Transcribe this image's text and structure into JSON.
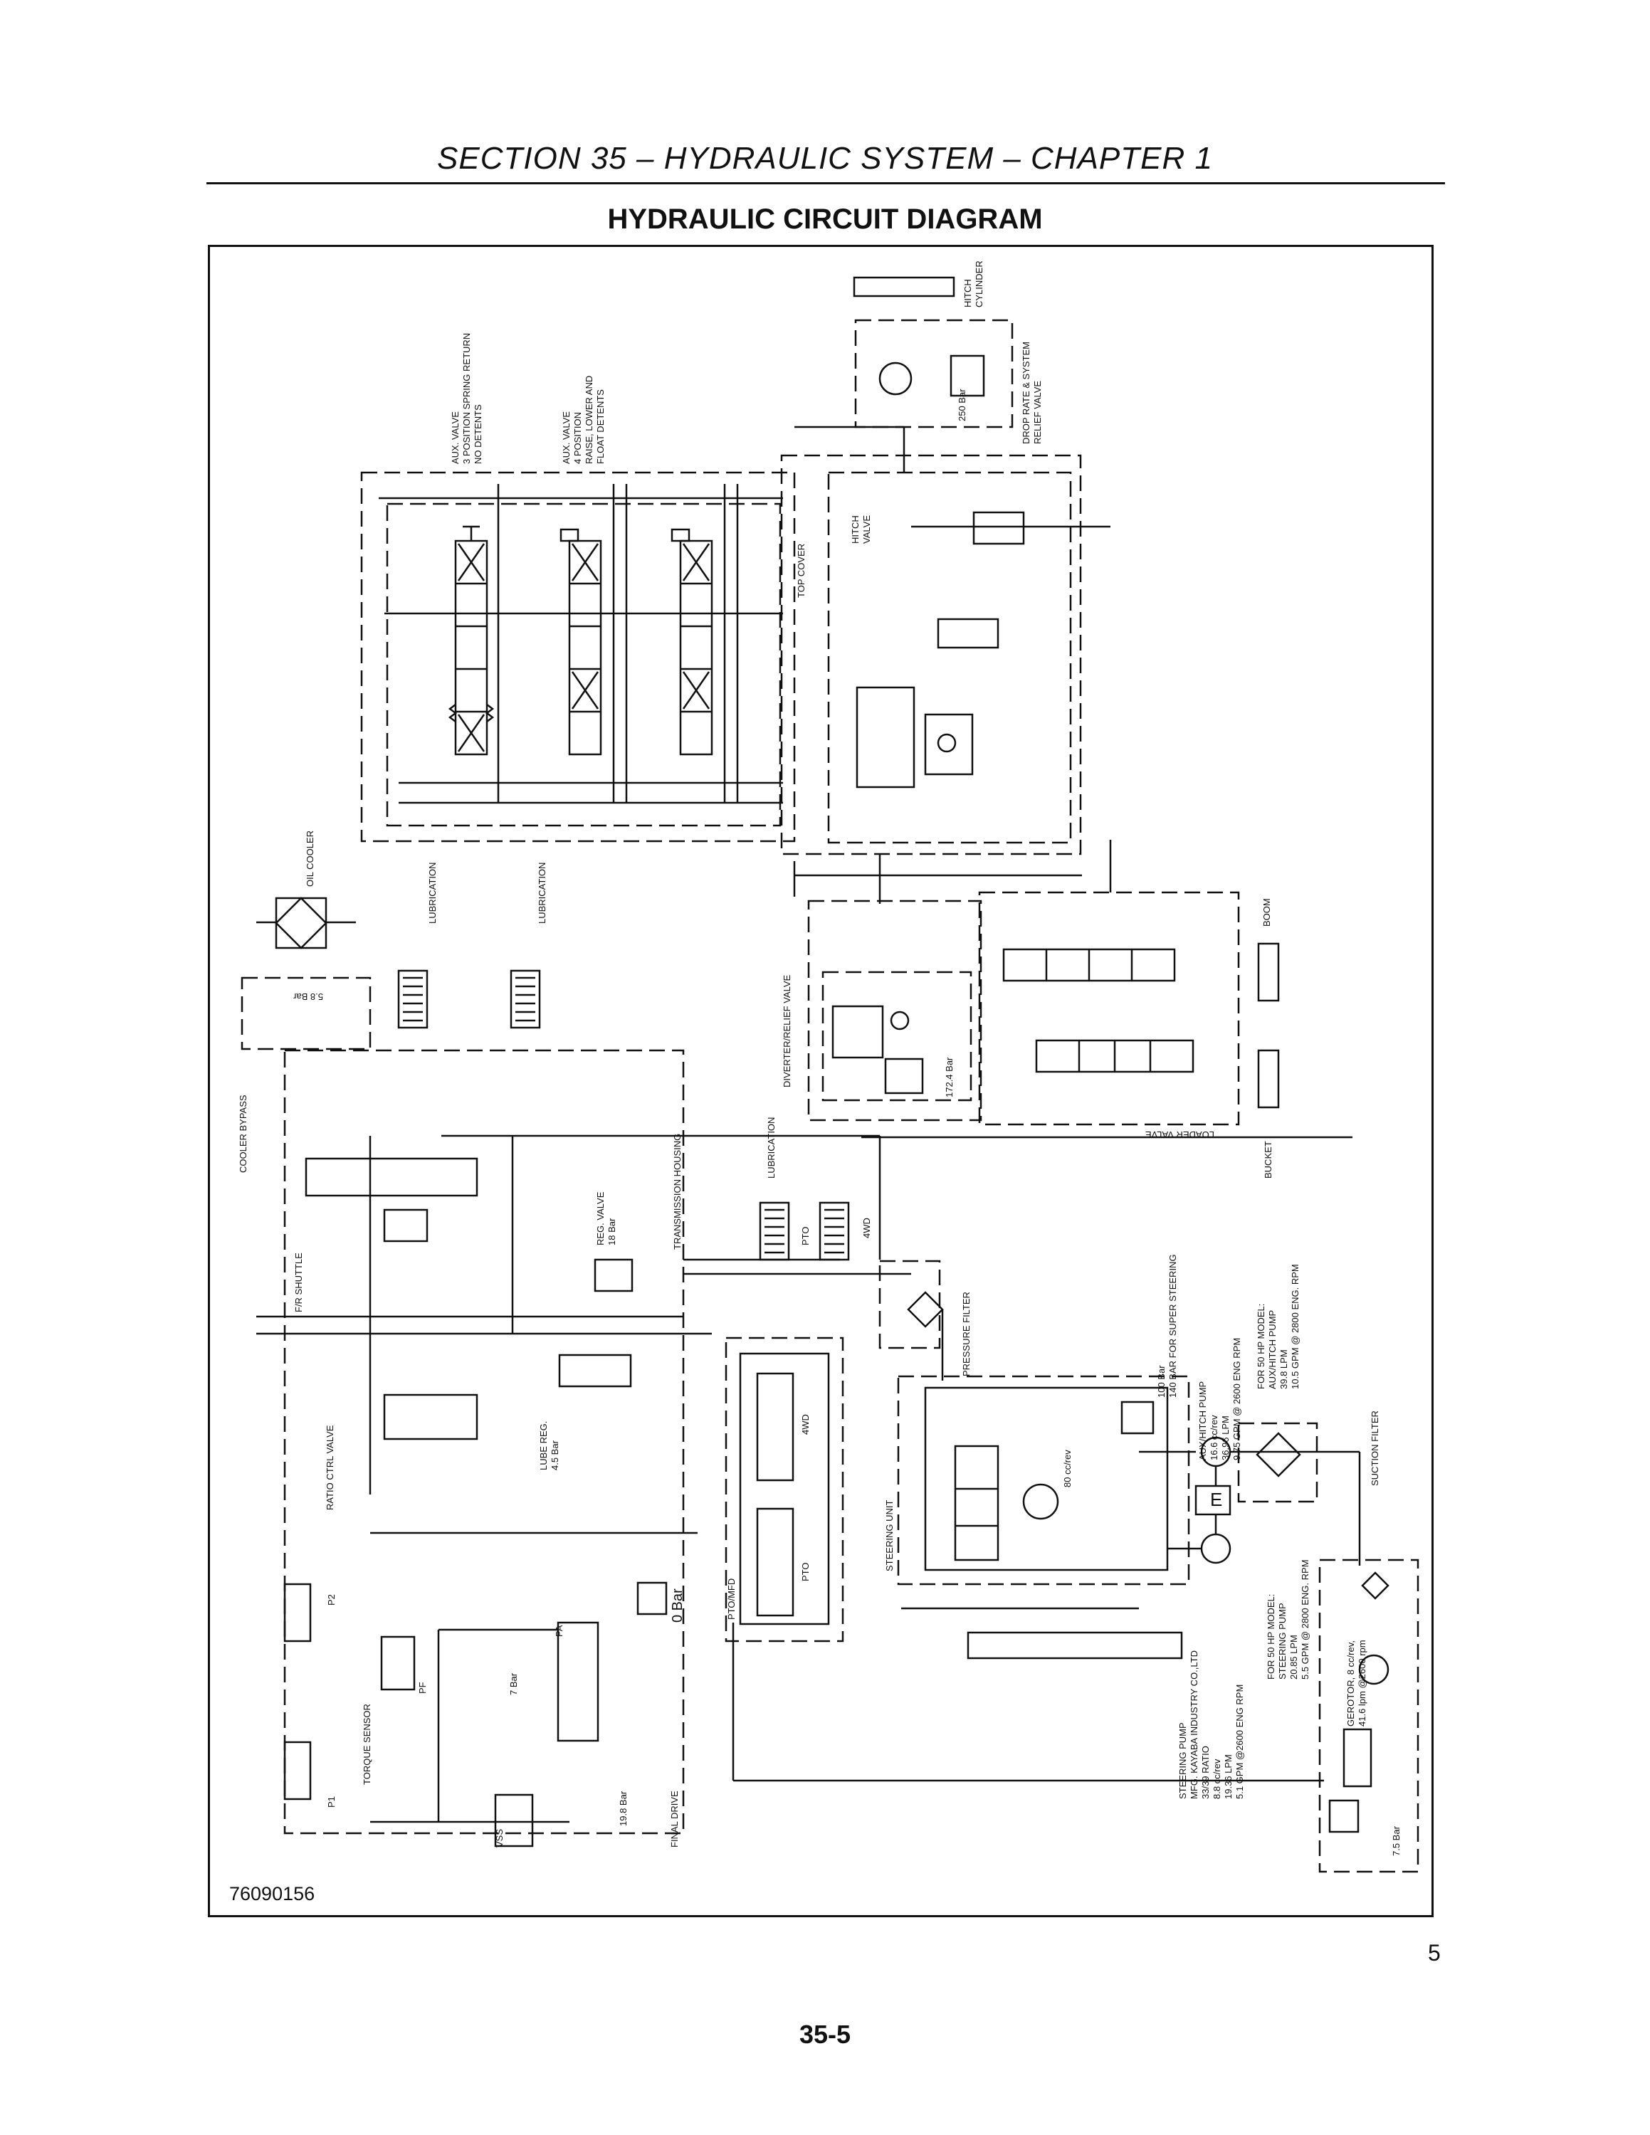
{
  "header": {
    "section_title": "SECTION 35 – HYDRAULIC SYSTEM – CHAPTER 1"
  },
  "diagram": {
    "title": "HYDRAULIC CIRCUIT DIAGRAM",
    "reference_number": "76090156",
    "labels": {
      "aux_valve_1": [
        "AUX. VALVE",
        "3 POSITION SPRING RETURN",
        "NO DETENTS"
      ],
      "aux_valve_2": [
        "AUX. VALVE",
        "4 POSITION",
        "RAISE, LOWER AND",
        "FLOAT DETENTS"
      ],
      "top_cover": "TOP COVER",
      "hitch_cylinder": [
        "HITCH",
        "CYLINDER"
      ],
      "hitch_relief_pressure": "250 Bar",
      "drop_rate": [
        "DROP RATE & SYSTEM",
        "RELIEF VALVE"
      ],
      "hitch_valve": [
        "HITCH",
        "VALVE"
      ],
      "oil_cooler": "OIL COOLER",
      "lubrication_1": "LUBRICATION",
      "lubrication_2": "LUBRICATION",
      "lubrication_3": "LUBRICATION",
      "cooler_relief_pressure": "5.8 Bar",
      "cooler_bypass": "COOLER BYPASS",
      "diverter_relief": "DIVERTER/RELIEF VALVE",
      "diverter_pressure": "172.4 Bar",
      "boom": "BOOM",
      "bucket": "BUCKET",
      "loader_valve": "LOADER VALVE",
      "transmission_housing": "TRANSMISSION HOUSING",
      "reg_valve": [
        "REG. VALVE",
        "18 Bar"
      ],
      "pto": "PTO",
      "fourwd": "4WD",
      "pressure_filter": "PRESSURE FILTER",
      "fr_shuttle": "F/R SHUTTLE",
      "lube_reg": [
        "LUBE REG.",
        "4.5 Bar"
      ],
      "ratio_ctrl": "RATIO CTRL VALVE",
      "super_steering": [
        "100 Bar",
        "140 BAR FOR SUPER STEERING"
      ],
      "aux_hitch_pump": [
        "AUX/HITCH PUMP",
        "16.6 cc/rev",
        "36.96 LPM",
        "9.75 GPM @ 2600 ENG RPM"
      ],
      "for_50hp_aux": [
        "FOR 50 HP MODEL:",
        "AUX/HITCH PUMP",
        "39.8 LPM",
        "10.5 GPM @ 2800 ENG. RPM"
      ],
      "suction_filter": "SUCTION FILTER",
      "steering_unit": "STEERING UNIT",
      "steering_unit_disp": "80 cc/rev",
      "engine": "E",
      "ptomfd": "PTO/MFD",
      "ptomfd_4wd": "4WD",
      "ptomfd_pto": "PTO",
      "p2": "P2",
      "p1": "P1",
      "pa": "PA",
      "pf": "PF",
      "zero_bar": "0 Bar",
      "seven_bar": "7 Bar",
      "final_drive_pressure": "19.8 Bar",
      "final_drive": "FINAL DRIVE",
      "torque_sensor": "TORQUE SENSOR",
      "vss": "VSS",
      "steering_pump": [
        "STEERING PUMP",
        "MFG. KAYABA INDUSTRY CO.,LTD",
        "33/39 RATIO",
        "8.8 cc/rev",
        "19.36 LPM",
        "5.1 GPM @2600 ENG RPM"
      ],
      "for_50hp_steering": [
        "FOR 50 HP MODEL:",
        "STEERING PUMP",
        "20.85 LPM",
        "5.5 GPM @ 2800 ENG. RPM"
      ],
      "gerotor": [
        "GEROTOR, 8 cc/rev,",
        "41.6 lpm @2600 rpm"
      ],
      "gerotor_relief": "7.5 Bar"
    }
  },
  "page": {
    "number": "5",
    "footer": "35-5"
  }
}
